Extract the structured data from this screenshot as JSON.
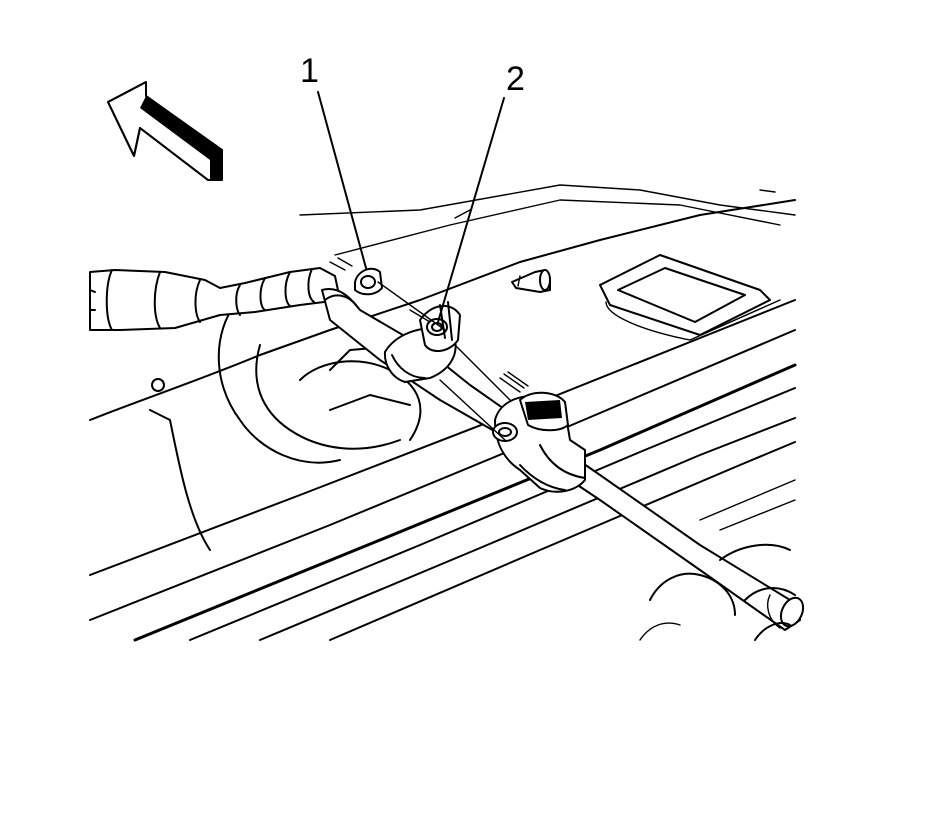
{
  "diagram": {
    "callouts": [
      {
        "id": "callout-1",
        "label": "1"
      },
      {
        "id": "callout-2",
        "label": "2"
      }
    ],
    "orientation_arrow": "front-direction-arrow",
    "colors": {
      "line": "#000000",
      "background": "#ffffff"
    }
  }
}
